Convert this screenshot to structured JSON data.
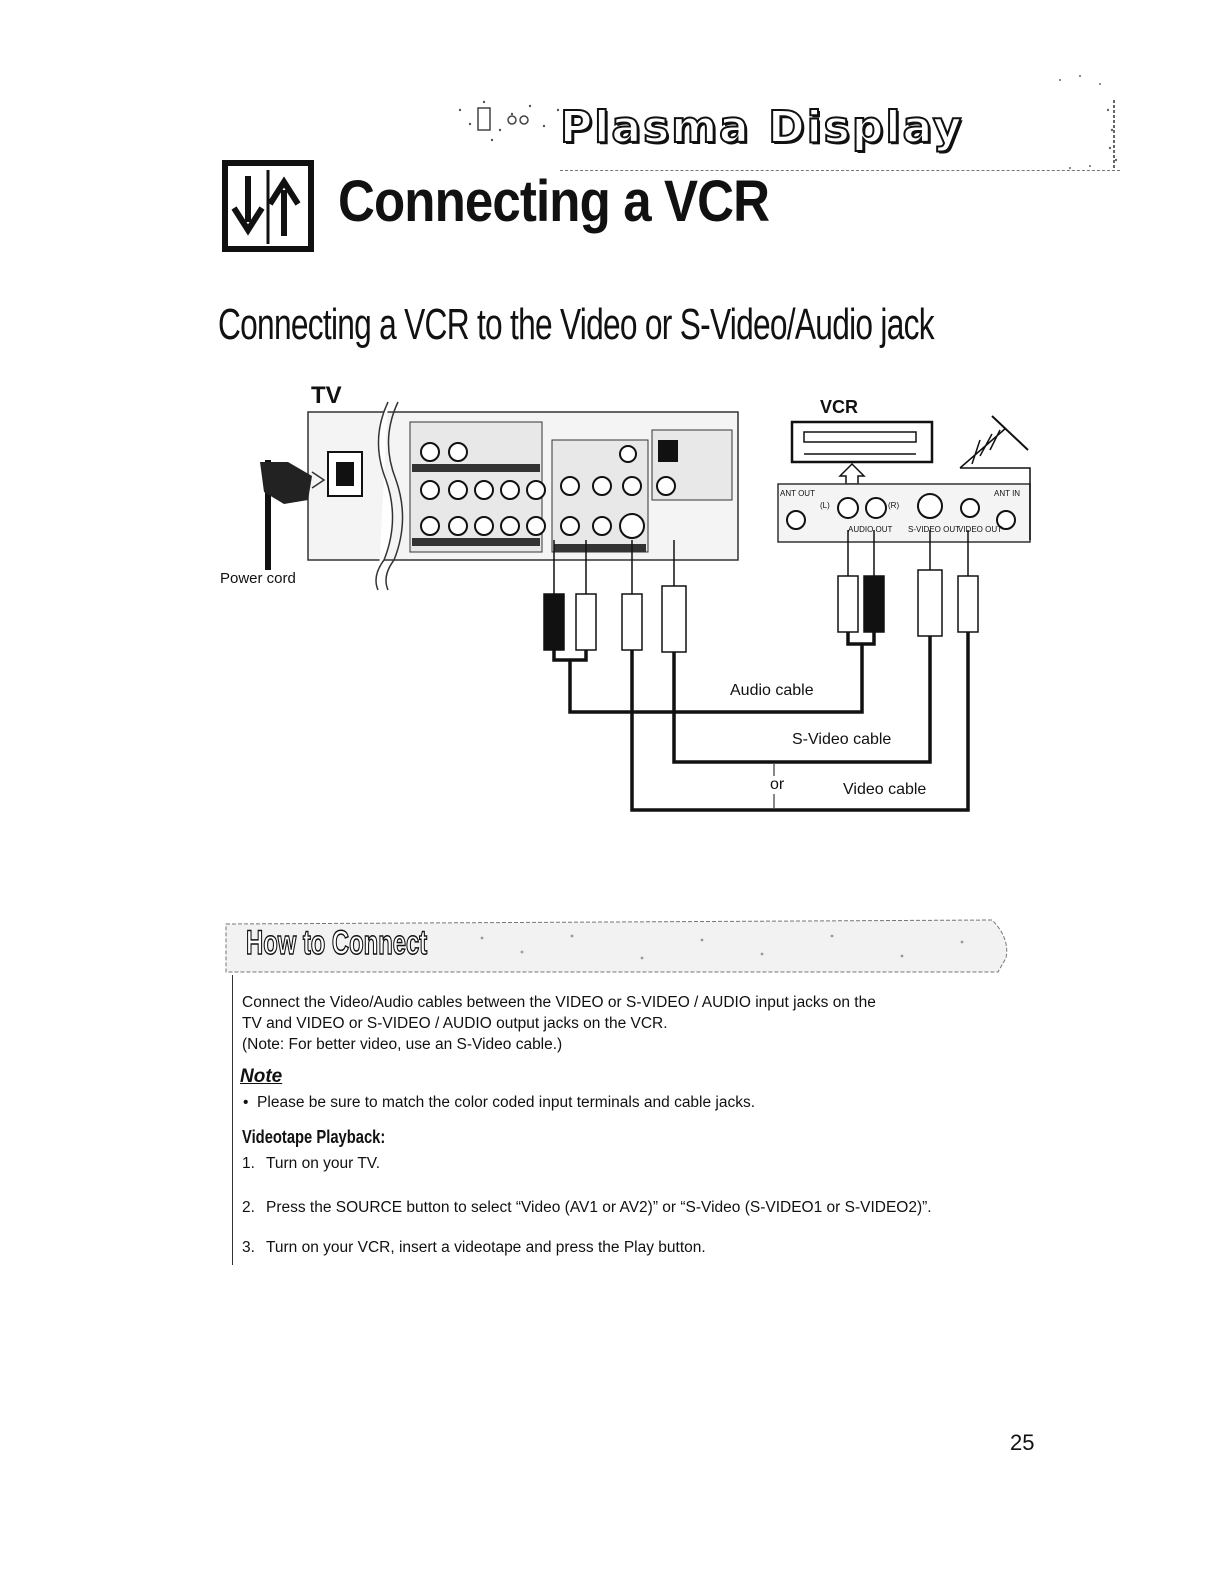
{
  "header": {
    "brand": "Plasma Display",
    "title": "Connecting a VCR"
  },
  "section": {
    "title": "Connecting a VCR to the Video or S-Video/Audio jack"
  },
  "diagram": {
    "tv_label": "TV",
    "vcr_label": "VCR",
    "power_cord_label": "Power cord",
    "audio_cable_label": "Audio cable",
    "svideo_cable_label": "S-Video cable",
    "or_label": "or",
    "video_cable_label": "Video cable",
    "vcr_jacks": {
      "ant_out": "ANT OUT",
      "ant_in": "ANT IN",
      "left": "(L)",
      "right": "(R)",
      "audio_out": "AUDIO OUT",
      "svideo_out": "S-VIDEO OUT",
      "video_out": "VIDEO OUT"
    }
  },
  "how_to": {
    "title": "How to Connect",
    "intro": [
      "Connect the Video/Audio cables between the VIDEO or S-VIDEO / AUDIO input jacks on the",
      "TV and VIDEO or S-VIDEO / AUDIO output jacks on the VCR.",
      "(Note: For better video, use an S-Video cable.)"
    ],
    "note_heading": "Note",
    "note_bullet": "Please be sure to match the color coded input terminals and cable jacks.",
    "playback_heading": "Videotape Playback:",
    "steps": [
      {
        "num": "1.",
        "text": "Turn on your TV."
      },
      {
        "num": "2.",
        "text": "Press the SOURCE button to select “Video (AV1 or AV2)” or “S-Video (S-VIDEO1 or S-VIDEO2)”."
      },
      {
        "num": "3.",
        "text": "Turn on your VCR, insert a videotape and press the Play button."
      }
    ]
  },
  "page_number": "25"
}
